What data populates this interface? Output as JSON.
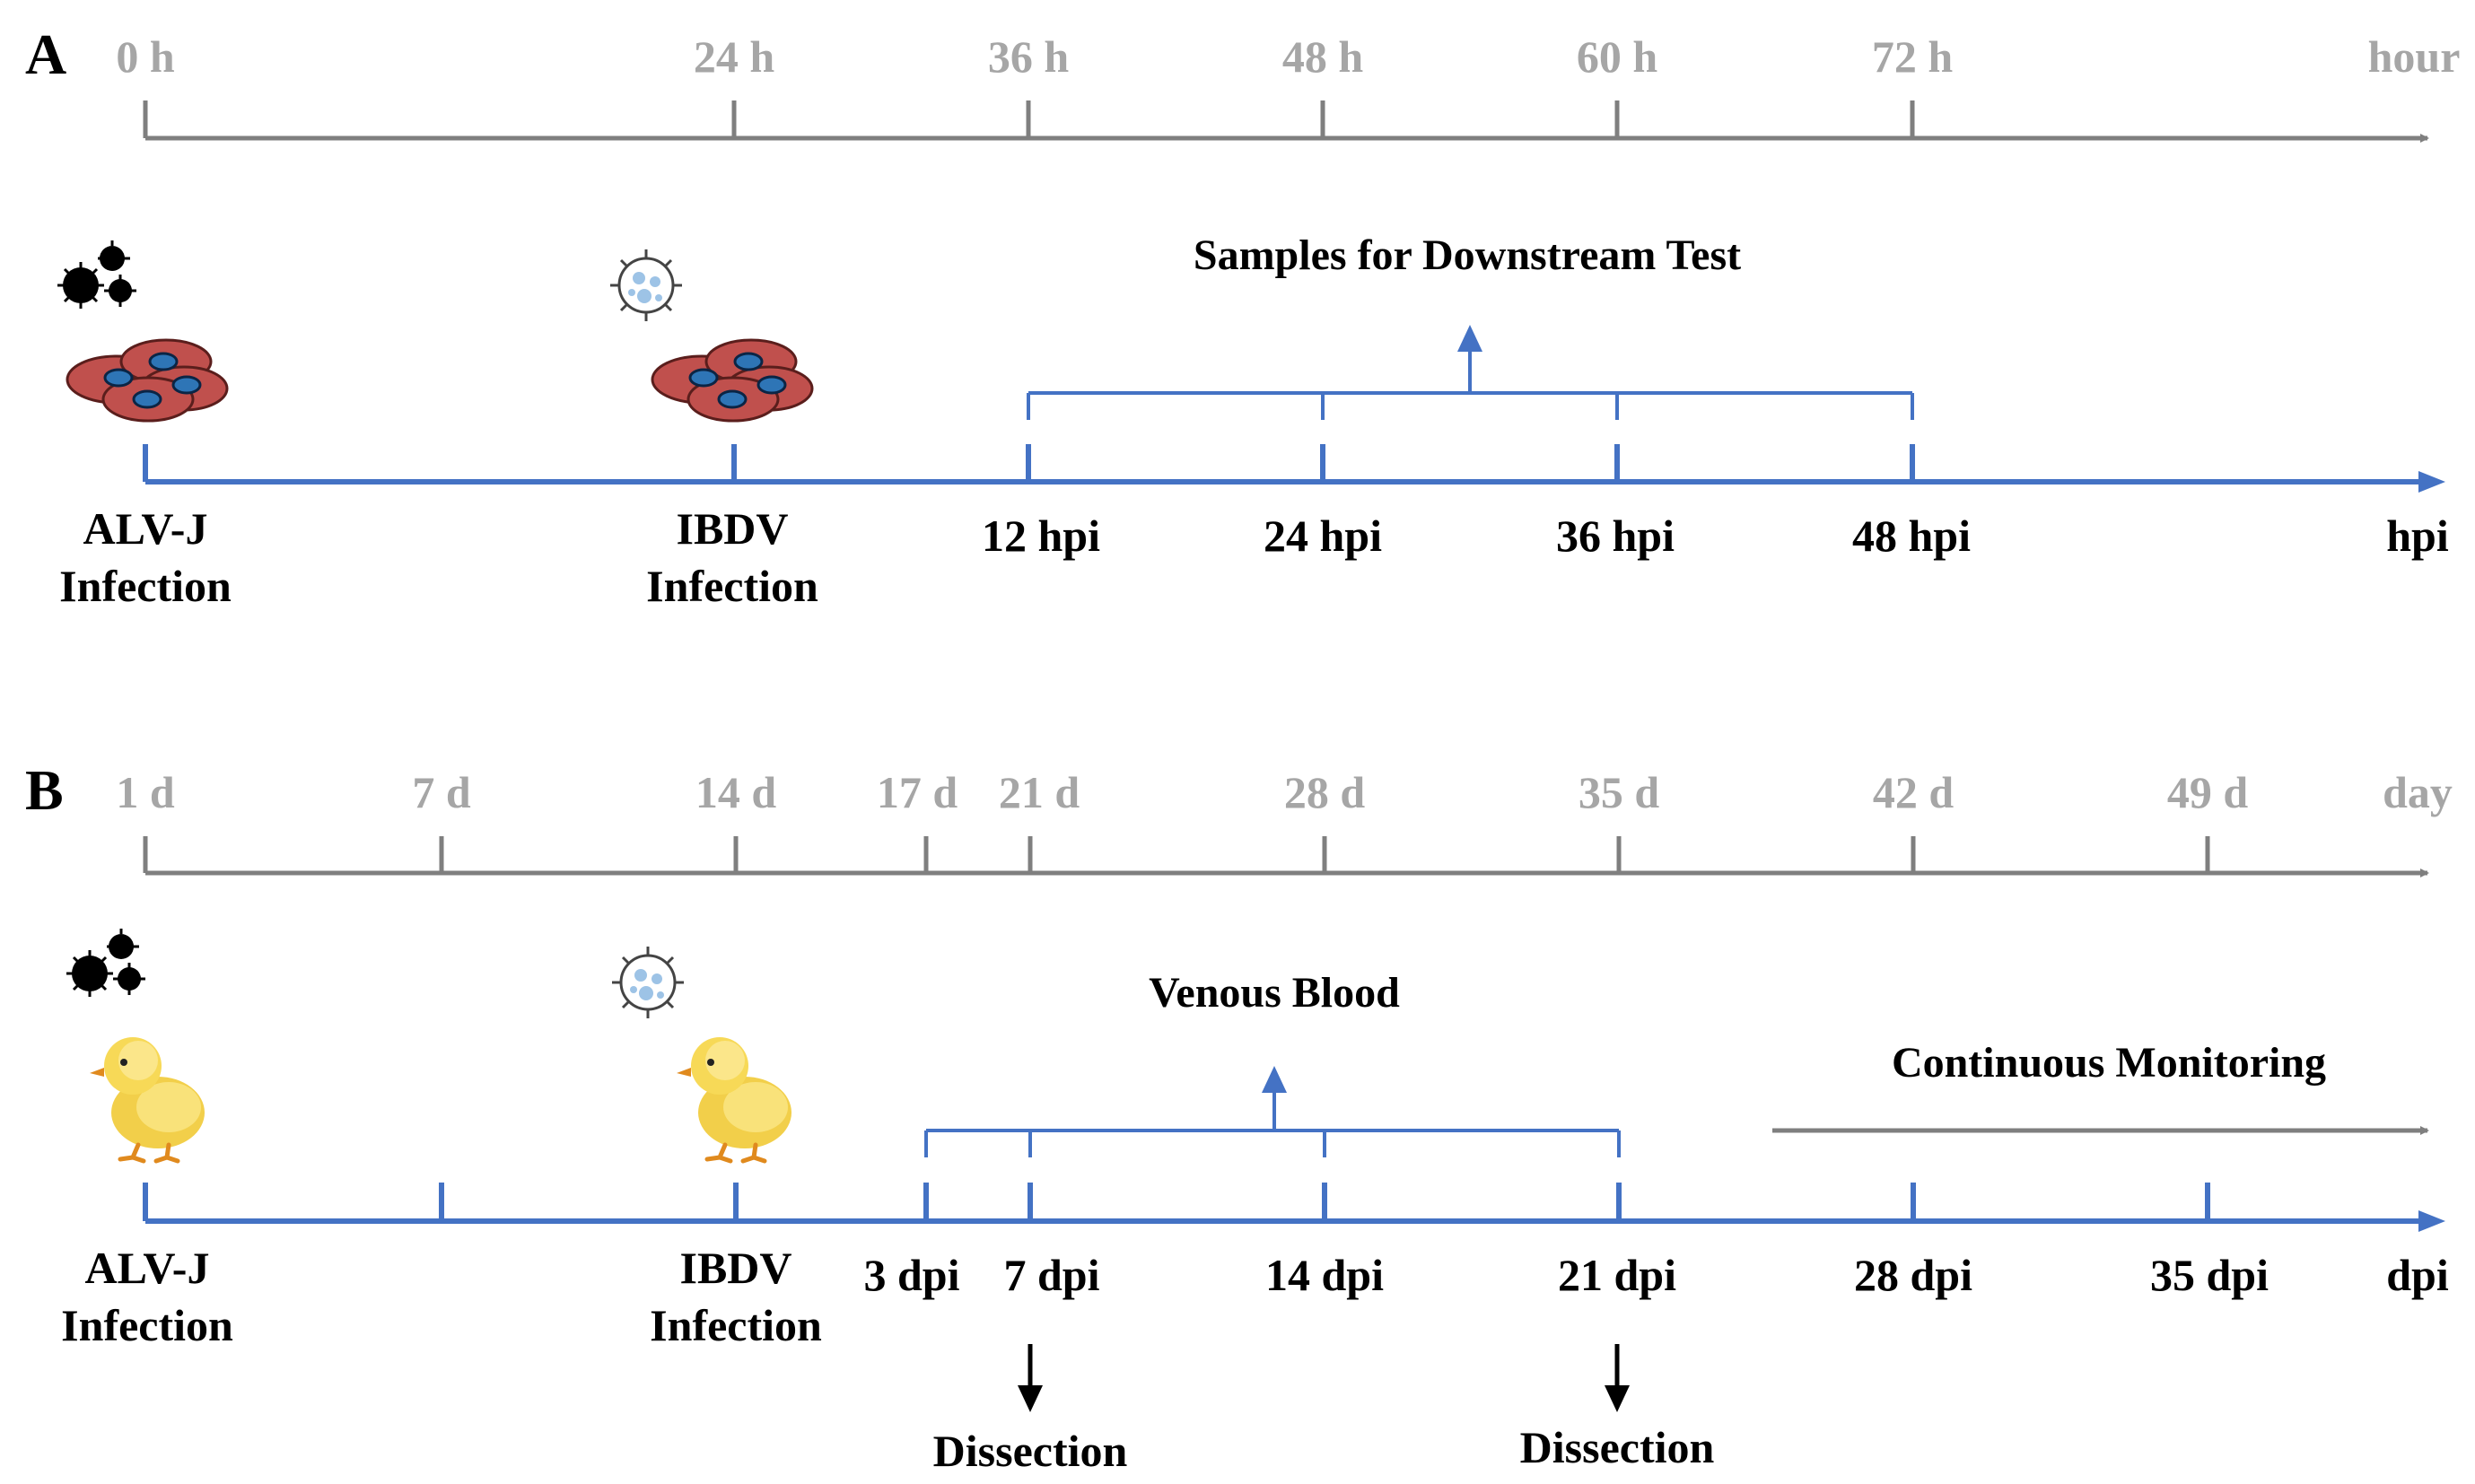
{
  "colors": {
    "gray_axis": "#7f7f7f",
    "gray_text": "#a6a6a6",
    "blue": "#4472c4",
    "black": "#000000",
    "cell_fill": "#c0504d",
    "cell_nucleus": "#2e75b6",
    "virus_light": "#9dc3e6",
    "chick_yellow": "#f5d442"
  },
  "panel_a": {
    "letter": "A",
    "top_axis": {
      "ticks": [
        "0 h",
        "24 h",
        "36 h",
        "48 h",
        "60 h",
        "72 h"
      ],
      "unit": "hour"
    },
    "bottom_axis": {
      "unit": "hpi",
      "labels": [
        "12 hpi",
        "24 hpi",
        "36 hpi",
        "48 hpi"
      ]
    },
    "events": [
      {
        "line1": "ALV-J",
        "line2": "Infection"
      },
      {
        "line1": "IBDV",
        "line2": "Infection"
      }
    ],
    "samples_label": "Samples for Downstream Test",
    "icons": [
      "virus-cluster-icon",
      "ibdv-virus-icon",
      "cell-culture-icon"
    ]
  },
  "panel_b": {
    "letter": "B",
    "top_axis": {
      "ticks": [
        "1 d",
        "7 d",
        "14 d",
        "17 d",
        "21 d",
        "28 d",
        "35 d",
        "42 d",
        "49 d"
      ],
      "unit": "day"
    },
    "bottom_axis": {
      "unit": "dpi",
      "labels": [
        "3 dpi",
        "7 dpi",
        "14 dpi",
        "21 dpi",
        "28 dpi",
        "35 dpi"
      ]
    },
    "events": [
      {
        "line1": "ALV-J",
        "line2": "Infection"
      },
      {
        "line1": "IBDV",
        "line2": "Infection"
      }
    ],
    "blood_label": "Venous Blood",
    "monitoring_label": "Continuous Monitoring",
    "dissection_labels": [
      "Dissection",
      "Dissection"
    ],
    "icons": [
      "virus-cluster-icon",
      "ibdv-virus-icon",
      "chick-icon"
    ]
  }
}
